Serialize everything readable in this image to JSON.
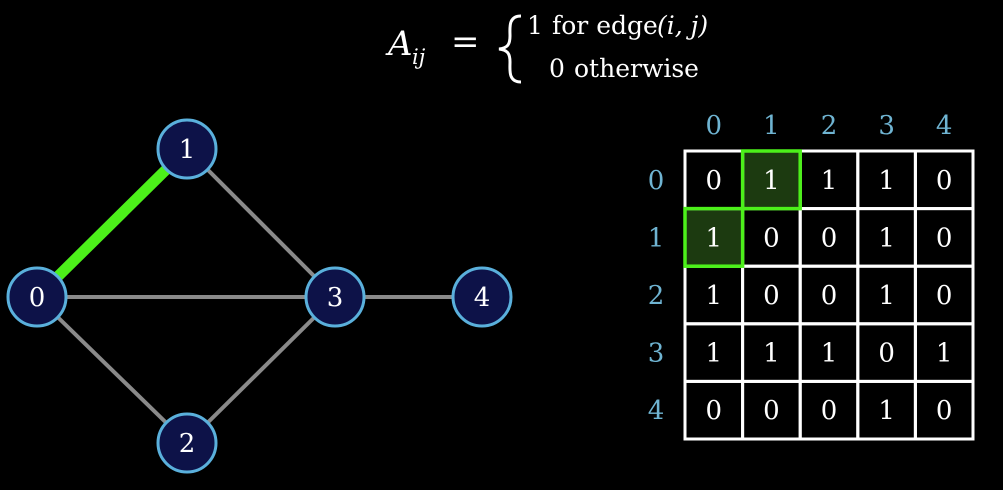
{
  "colors": {
    "background": "#000000",
    "node_fill": "#0d1248",
    "node_stroke": "#5ab0dc",
    "edge": "#8a8a8a",
    "edge_highlight": "#4cf01a",
    "cell_highlight_fill": "#1c3a10",
    "cell_highlight_stroke": "#4cf01a",
    "index_label": "#6fb4d2",
    "matrix_grid": "#ffffff",
    "text": "#ffffff"
  },
  "formula": {
    "lhs_symbol": "A",
    "lhs_subscript": "ij",
    "equals": "=",
    "case1_value": "1",
    "case1_text": "for edge",
    "case1_pair": "(i, j)",
    "case2_value": "0",
    "case2_text": "otherwise"
  },
  "graph": {
    "nodes": [
      {
        "id": "0",
        "label": "0"
      },
      {
        "id": "1",
        "label": "1"
      },
      {
        "id": "2",
        "label": "2"
      },
      {
        "id": "3",
        "label": "3"
      },
      {
        "id": "4",
        "label": "4"
      }
    ],
    "edges": [
      {
        "from": "0",
        "to": "1",
        "highlighted": true
      },
      {
        "from": "0",
        "to": "2",
        "highlighted": false
      },
      {
        "from": "0",
        "to": "3",
        "highlighted": false
      },
      {
        "from": "1",
        "to": "3",
        "highlighted": false
      },
      {
        "from": "2",
        "to": "3",
        "highlighted": false
      },
      {
        "from": "3",
        "to": "4",
        "highlighted": false
      }
    ]
  },
  "matrix": {
    "column_labels": [
      "0",
      "1",
      "2",
      "3",
      "4"
    ],
    "row_labels": [
      "0",
      "1",
      "2",
      "3",
      "4"
    ],
    "rows": [
      [
        "0",
        "1",
        "1",
        "1",
        "0"
      ],
      [
        "1",
        "0",
        "0",
        "1",
        "0"
      ],
      [
        "1",
        "0",
        "0",
        "1",
        "0"
      ],
      [
        "1",
        "1",
        "1",
        "0",
        "1"
      ],
      [
        "0",
        "0",
        "0",
        "1",
        "0"
      ]
    ],
    "highlighted_cells": [
      [
        0,
        1
      ],
      [
        1,
        0
      ]
    ]
  }
}
